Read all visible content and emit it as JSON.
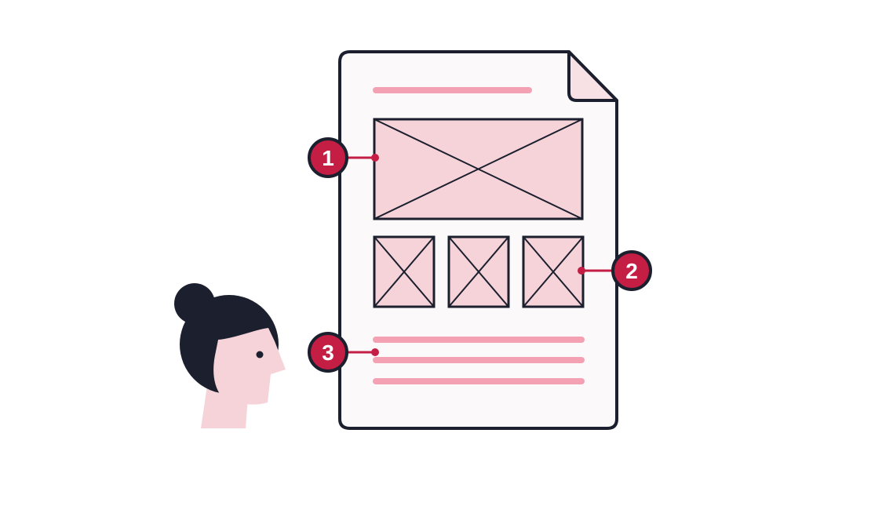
{
  "colors": {
    "outline": "#1b1f2e",
    "page_fill": "#fbf9fa",
    "placeholder_fill": "#f5d3d8",
    "text_line": "#f4a2b3",
    "accent": "#c41e45",
    "skin": "#f5d3d8",
    "hair": "#1b1f2e"
  },
  "callouts": [
    {
      "number": "1",
      "target": "hero-image-placeholder"
    },
    {
      "number": "2",
      "target": "thumbnail-row"
    },
    {
      "number": "3",
      "target": "text-lines"
    }
  ],
  "icons": {
    "document": "wireframe-document-icon",
    "person": "person-head-icon"
  }
}
